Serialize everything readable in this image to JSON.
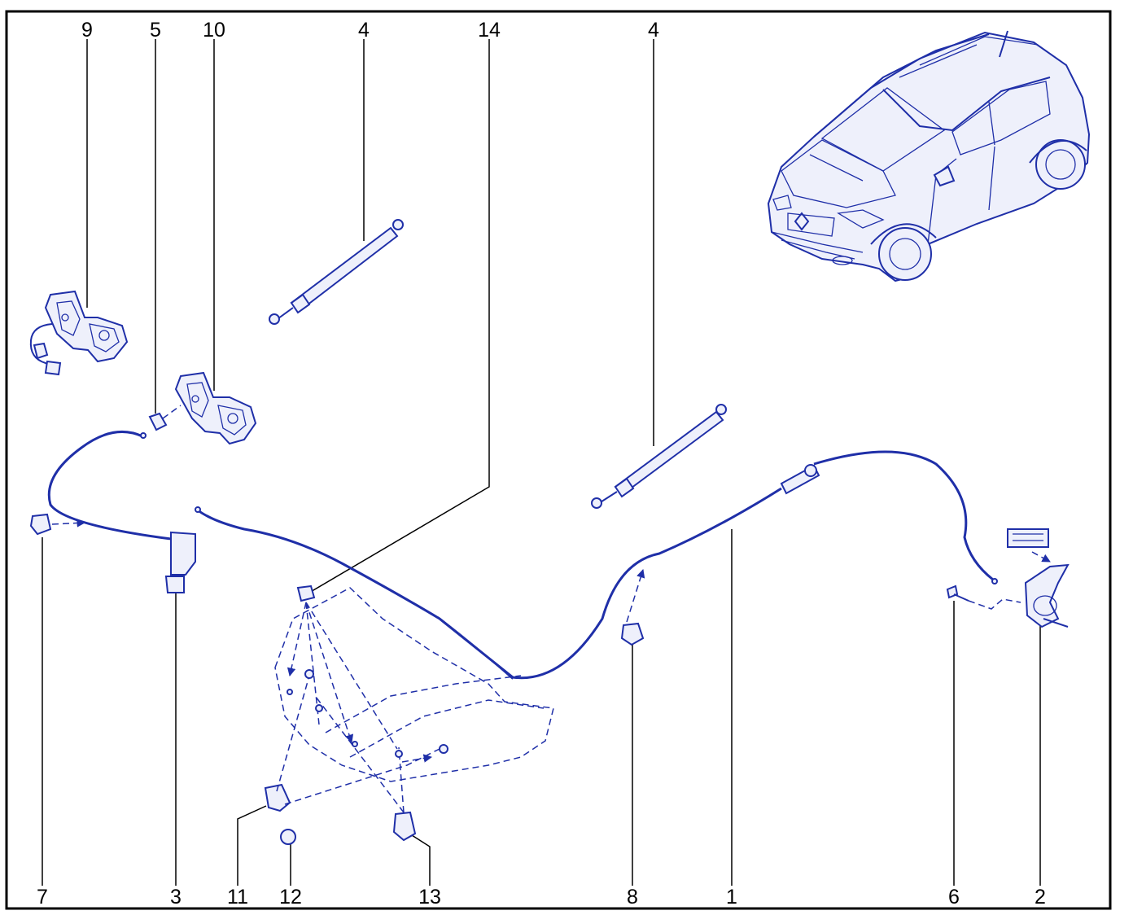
{
  "colors": {
    "line_art": "#1f2fa8",
    "part_fill": "#eef0fb",
    "callout_text": "#000000",
    "background": "#ffffff"
  },
  "callouts": {
    "top": [
      {
        "id": "c9",
        "label": "9"
      },
      {
        "id": "c5",
        "label": "5"
      },
      {
        "id": "c10",
        "label": "10"
      },
      {
        "id": "c4a",
        "label": "4"
      },
      {
        "id": "c14",
        "label": "14"
      },
      {
        "id": "c4b",
        "label": "4"
      }
    ],
    "bottom": [
      {
        "id": "c7",
        "label": "7"
      },
      {
        "id": "c3",
        "label": "3"
      },
      {
        "id": "c11",
        "label": "11"
      },
      {
        "id": "c12",
        "label": "12"
      },
      {
        "id": "c13",
        "label": "13"
      },
      {
        "id": "c8",
        "label": "8"
      },
      {
        "id": "c1",
        "label": "1"
      },
      {
        "id": "c6",
        "label": "6"
      },
      {
        "id": "c2",
        "label": "2"
      }
    ]
  }
}
